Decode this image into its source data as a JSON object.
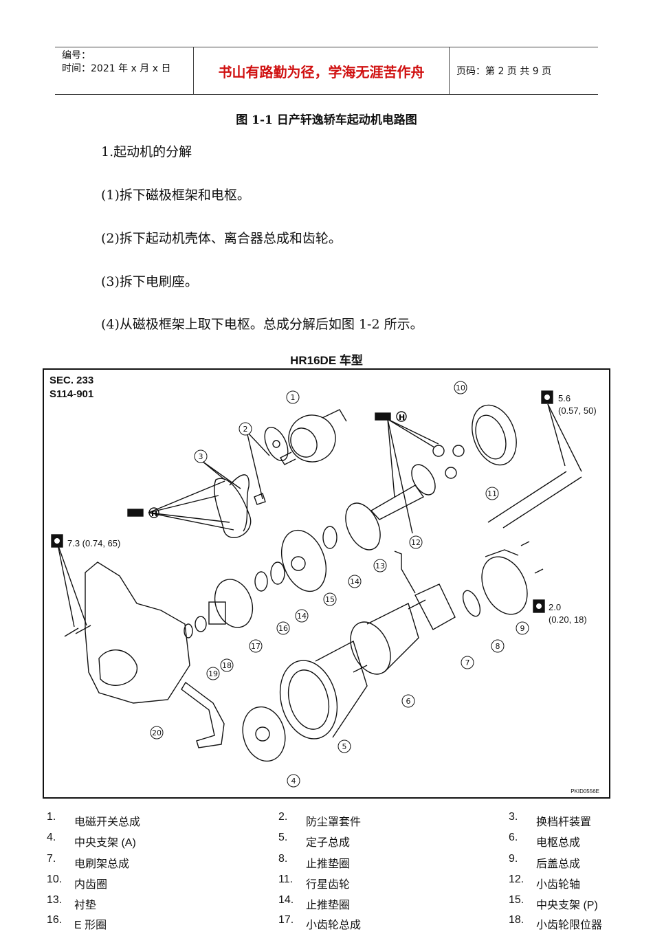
{
  "header": {
    "number_label": "编号：",
    "time_label": "时间：2021 年 x 月 x 日",
    "motto": "书山有路勤为径，学海无涯苦作舟",
    "page_label": "页码：第 2 页  共 9 页"
  },
  "figure_caption": "图 1-1  日产轩逸轿车起动机电路图",
  "paragraphs": [
    "1.起动机的分解",
    "(1)拆下磁极框架和电枢。",
    "(2)拆下起动机壳体、离合器总成和齿轮。",
    "(3)拆下电刷座。",
    "(4)从磁极框架上取下电枢。总成分解后如图 1-2 所示。"
  ],
  "diagram": {
    "title": "HR16DE 车型",
    "sec_line1": "SEC. 233",
    "sec_line2": "S114-901",
    "torque_a": "7.3 (0.74, 65)",
    "torque_b_1": "5.6",
    "torque_b_2": "(0.57, 50)",
    "torque_c_1": "2.0",
    "torque_c_2": "(0.20, 18)",
    "code": "PKID0556E",
    "grease_label": "H",
    "callouts": [
      "1",
      "2",
      "3",
      "4",
      "5",
      "6",
      "7",
      "8",
      "9",
      "10",
      "11",
      "12",
      "13",
      "14",
      "14",
      "15",
      "16",
      "17",
      "18",
      "19",
      "20"
    ]
  },
  "legend": [
    {
      "num": "1.",
      "text": "电磁开关总成"
    },
    {
      "num": "2.",
      "text": "防尘罩套件"
    },
    {
      "num": "3.",
      "text": "换档杆装置"
    },
    {
      "num": "4.",
      "text": "中央支架 (A)"
    },
    {
      "num": "5.",
      "text": "定子总成"
    },
    {
      "num": "6.",
      "text": "电枢总成"
    },
    {
      "num": "7.",
      "text": "电刷架总成"
    },
    {
      "num": "8.",
      "text": "止推垫圈"
    },
    {
      "num": "9.",
      "text": "后盖总成"
    },
    {
      "num": "10.",
      "text": "内齿圈"
    },
    {
      "num": "11.",
      "text": "行星齿轮"
    },
    {
      "num": "12.",
      "text": "小齿轮轴"
    },
    {
      "num": "13.",
      "text": "衬垫"
    },
    {
      "num": "14.",
      "text": "止推垫圈"
    },
    {
      "num": "15.",
      "text": "中央支架 (P)"
    },
    {
      "num": "16.",
      "text": "E 形圈"
    },
    {
      "num": "17.",
      "text": "小齿轮总成"
    },
    {
      "num": "18.",
      "text": "小齿轮限位器"
    }
  ]
}
